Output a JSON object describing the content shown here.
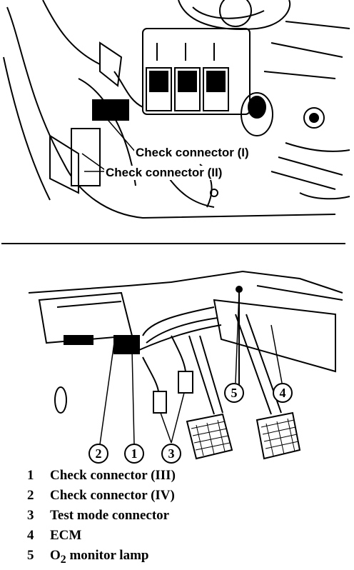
{
  "top_diagram": {
    "labels": [
      "Check connector (I)",
      "Check connector (II)"
    ]
  },
  "bottom_diagram": {
    "callouts": [
      "1",
      "2",
      "3",
      "4",
      "5"
    ]
  },
  "legend": [
    {
      "num": "1",
      "text": "Check connector (III)"
    },
    {
      "num": "2",
      "text": "Check connector (IV)"
    },
    {
      "num": "3",
      "text": "Test mode connector"
    },
    {
      "num": "4",
      "text": "ECM"
    },
    {
      "num": "5",
      "text": "O",
      "sub": "2",
      "rest": " monitor lamp"
    }
  ]
}
